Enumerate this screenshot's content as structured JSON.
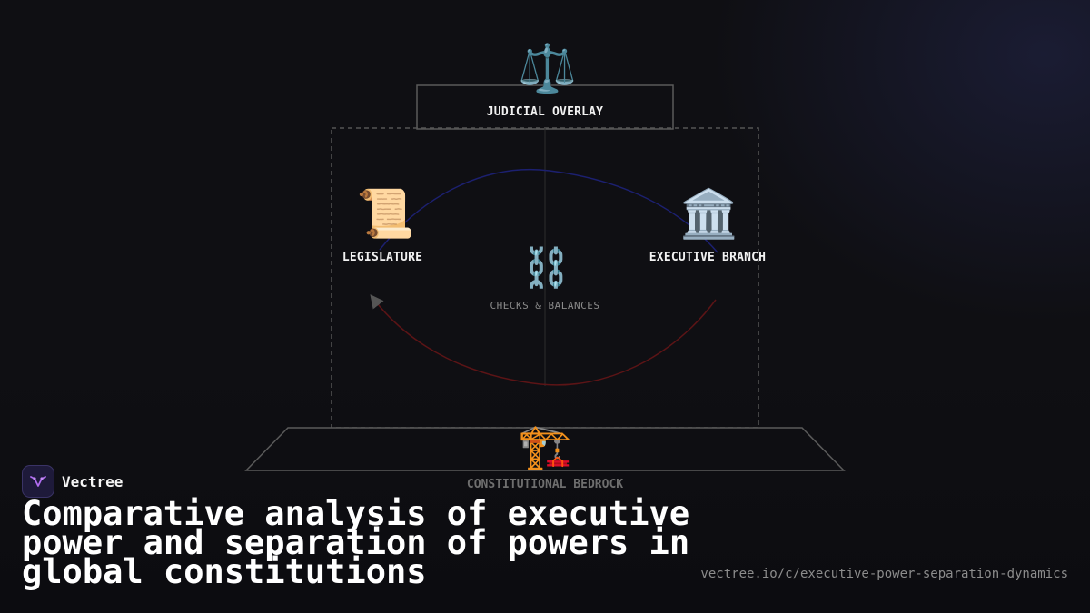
{
  "diagram": {
    "judicial": {
      "icon": "scales-icon",
      "glyph": "⚖️",
      "label": "JUDICIAL OVERLAY"
    },
    "legislature": {
      "icon": "scroll-icon",
      "glyph": "📜",
      "label": "LEGISLATURE"
    },
    "executive": {
      "icon": "classical-building-icon",
      "glyph": "🏛️",
      "label": "EXECUTIVE BRANCH"
    },
    "checks": {
      "icon": "chains-icon",
      "glyph": "⛓️",
      "label": "CHECKS & BALANCES"
    },
    "bedrock": {
      "icon": "construction-crane-icon",
      "glyph": "🏗️",
      "label": "CONSTITUTIONAL BEDROCK"
    },
    "colors": {
      "upper_arc": "#1a1f6e",
      "lower_arc": "#5a1214",
      "frame": "#5a5a5a"
    }
  },
  "footer": {
    "brand_name": "Vectree",
    "brand_icon": "vectree-logo-icon",
    "title": "Comparative analysis of executive power and separation of powers in global constitutions",
    "url": "vectree.io/c/executive-power-separation-dynamics"
  }
}
